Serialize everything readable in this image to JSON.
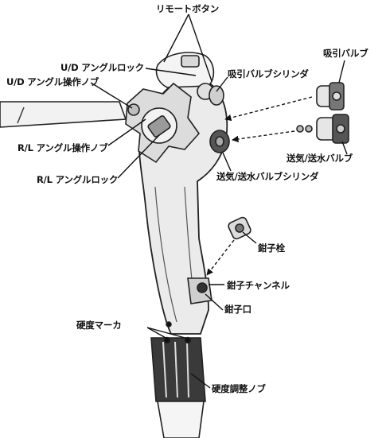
{
  "labels": {
    "remote_button": "リモートボタン",
    "ud_angle_lock": "U/D アングルロック",
    "ud_angle_knob": "U/D アングル操作ノブ",
    "rl_angle_knob": "R/L アングル操作ノブ",
    "rl_angle_lock": "R/L アングルロック",
    "suction_valve": "吸引バルブ",
    "suction_cylinder": "吸引バルブシリンダ",
    "air_water_valve": "送気/送水バルブ",
    "air_water_cylinder": "送気/送水バルブシリンダ",
    "forceps_plug": "鉗子栓",
    "forceps_channel": "鉗子チャンネル",
    "forceps_port": "鉗子口",
    "stiffness_marker": "硬度マーカ",
    "stiffness_knob": "硬度調整ノブ"
  },
  "colors": {
    "ink": "#111111",
    "body_fill": "#e6e6e6",
    "dark": "#3a3a3a"
  }
}
